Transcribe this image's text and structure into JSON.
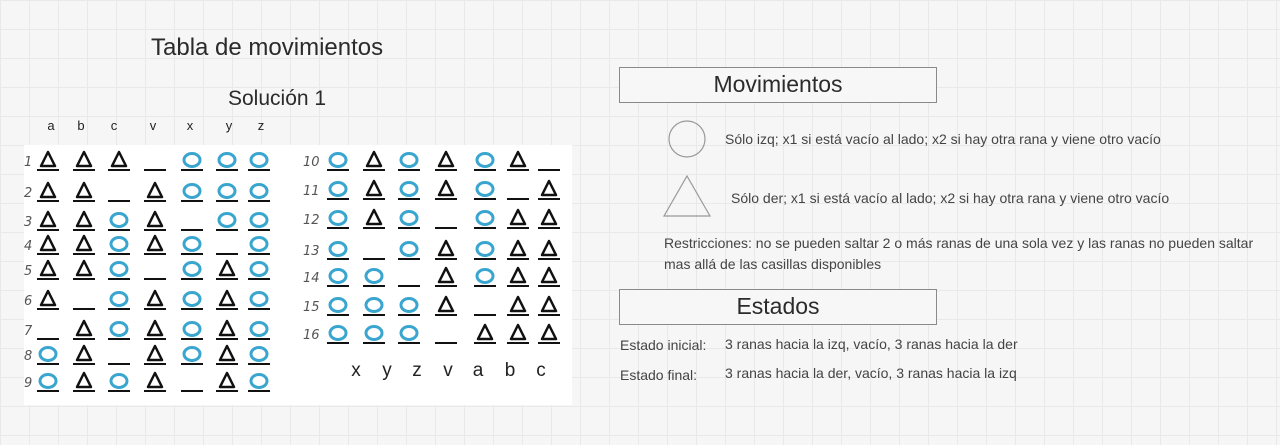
{
  "left_panel": {
    "title": "Tabla de movimientos",
    "subtitle": "Solución 1",
    "column_headers": [
      "a",
      "b",
      "c",
      "v",
      "x",
      "y",
      "z"
    ],
    "bottom_headers": [
      "x",
      "y",
      "z",
      "v",
      "a",
      "b",
      "c"
    ],
    "move_rows_left": [
      {
        "step": "1",
        "cells": [
          "T",
          "T",
          "T",
          "_",
          "O",
          "O",
          "O"
        ]
      },
      {
        "step": "2",
        "cells": [
          "T",
          "T",
          "_",
          "T",
          "O",
          "O",
          "O"
        ]
      },
      {
        "step": "3",
        "cells": [
          "T",
          "T",
          "O",
          "T",
          "_",
          "O",
          "O"
        ]
      },
      {
        "step": "4",
        "cells": [
          "T",
          "T",
          "O",
          "T",
          "O",
          "_",
          "O"
        ]
      },
      {
        "step": "5",
        "cells": [
          "T",
          "T",
          "O",
          "_",
          "O",
          "T",
          "O"
        ]
      },
      {
        "step": "6",
        "cells": [
          "T",
          "_",
          "O",
          "T",
          "O",
          "T",
          "O"
        ]
      },
      {
        "step": "7",
        "cells": [
          "_",
          "T",
          "O",
          "T",
          "O",
          "T",
          "O"
        ]
      },
      {
        "step": "8",
        "cells": [
          "O",
          "T",
          "_",
          "T",
          "O",
          "T",
          "O"
        ]
      },
      {
        "step": "9",
        "cells": [
          "O",
          "T",
          "O",
          "T",
          "_",
          "T",
          "O"
        ]
      }
    ],
    "move_rows_right": [
      {
        "step": "10",
        "cells": [
          "O",
          "T",
          "O",
          "T",
          "O",
          "T",
          "_"
        ]
      },
      {
        "step": "11",
        "cells": [
          "O",
          "T",
          "O",
          "T",
          "O",
          "_",
          "T"
        ]
      },
      {
        "step": "12",
        "cells": [
          "O",
          "T",
          "O",
          "_",
          "O",
          "T",
          "T"
        ]
      },
      {
        "step": "13",
        "cells": [
          "O",
          "_",
          "O",
          "T",
          "O",
          "T",
          "T"
        ]
      },
      {
        "step": "14",
        "cells": [
          "O",
          "O",
          "_",
          "T",
          "O",
          "T",
          "T"
        ]
      },
      {
        "step": "15",
        "cells": [
          "O",
          "O",
          "O",
          "T",
          "_",
          "T",
          "T"
        ]
      },
      {
        "step": "16",
        "cells": [
          "O",
          "O",
          "O",
          "_",
          "T",
          "T",
          "T"
        ]
      }
    ],
    "symbol_colors": {
      "circle": "#3aa6cf",
      "triangle": "#111111",
      "empty": "#111111"
    }
  },
  "movimientos": {
    "title": "Movimientos",
    "circle_rule": "Sólo izq; x1 si está vacío al lado; x2 si hay otra rana y viene otro vacío",
    "triangle_rule": "Sólo der; x1 si está vacío al lado; x2 si hay otra rana y viene otro vacío",
    "restrictions": "Restricciones: no se pueden saltar 2 o más ranas de una sola vez y las ranas no pueden saltar mas allá de las casillas disponibles"
  },
  "estados": {
    "title": "Estados",
    "initial_label": "Estado inicial:",
    "initial_value": "3 ranas hacia la izq, vacío, 3 ranas hacia la der",
    "final_label": "Estado final:",
    "final_value": "3 ranas hacia la der, vacío, 3 ranas hacia la izq"
  }
}
